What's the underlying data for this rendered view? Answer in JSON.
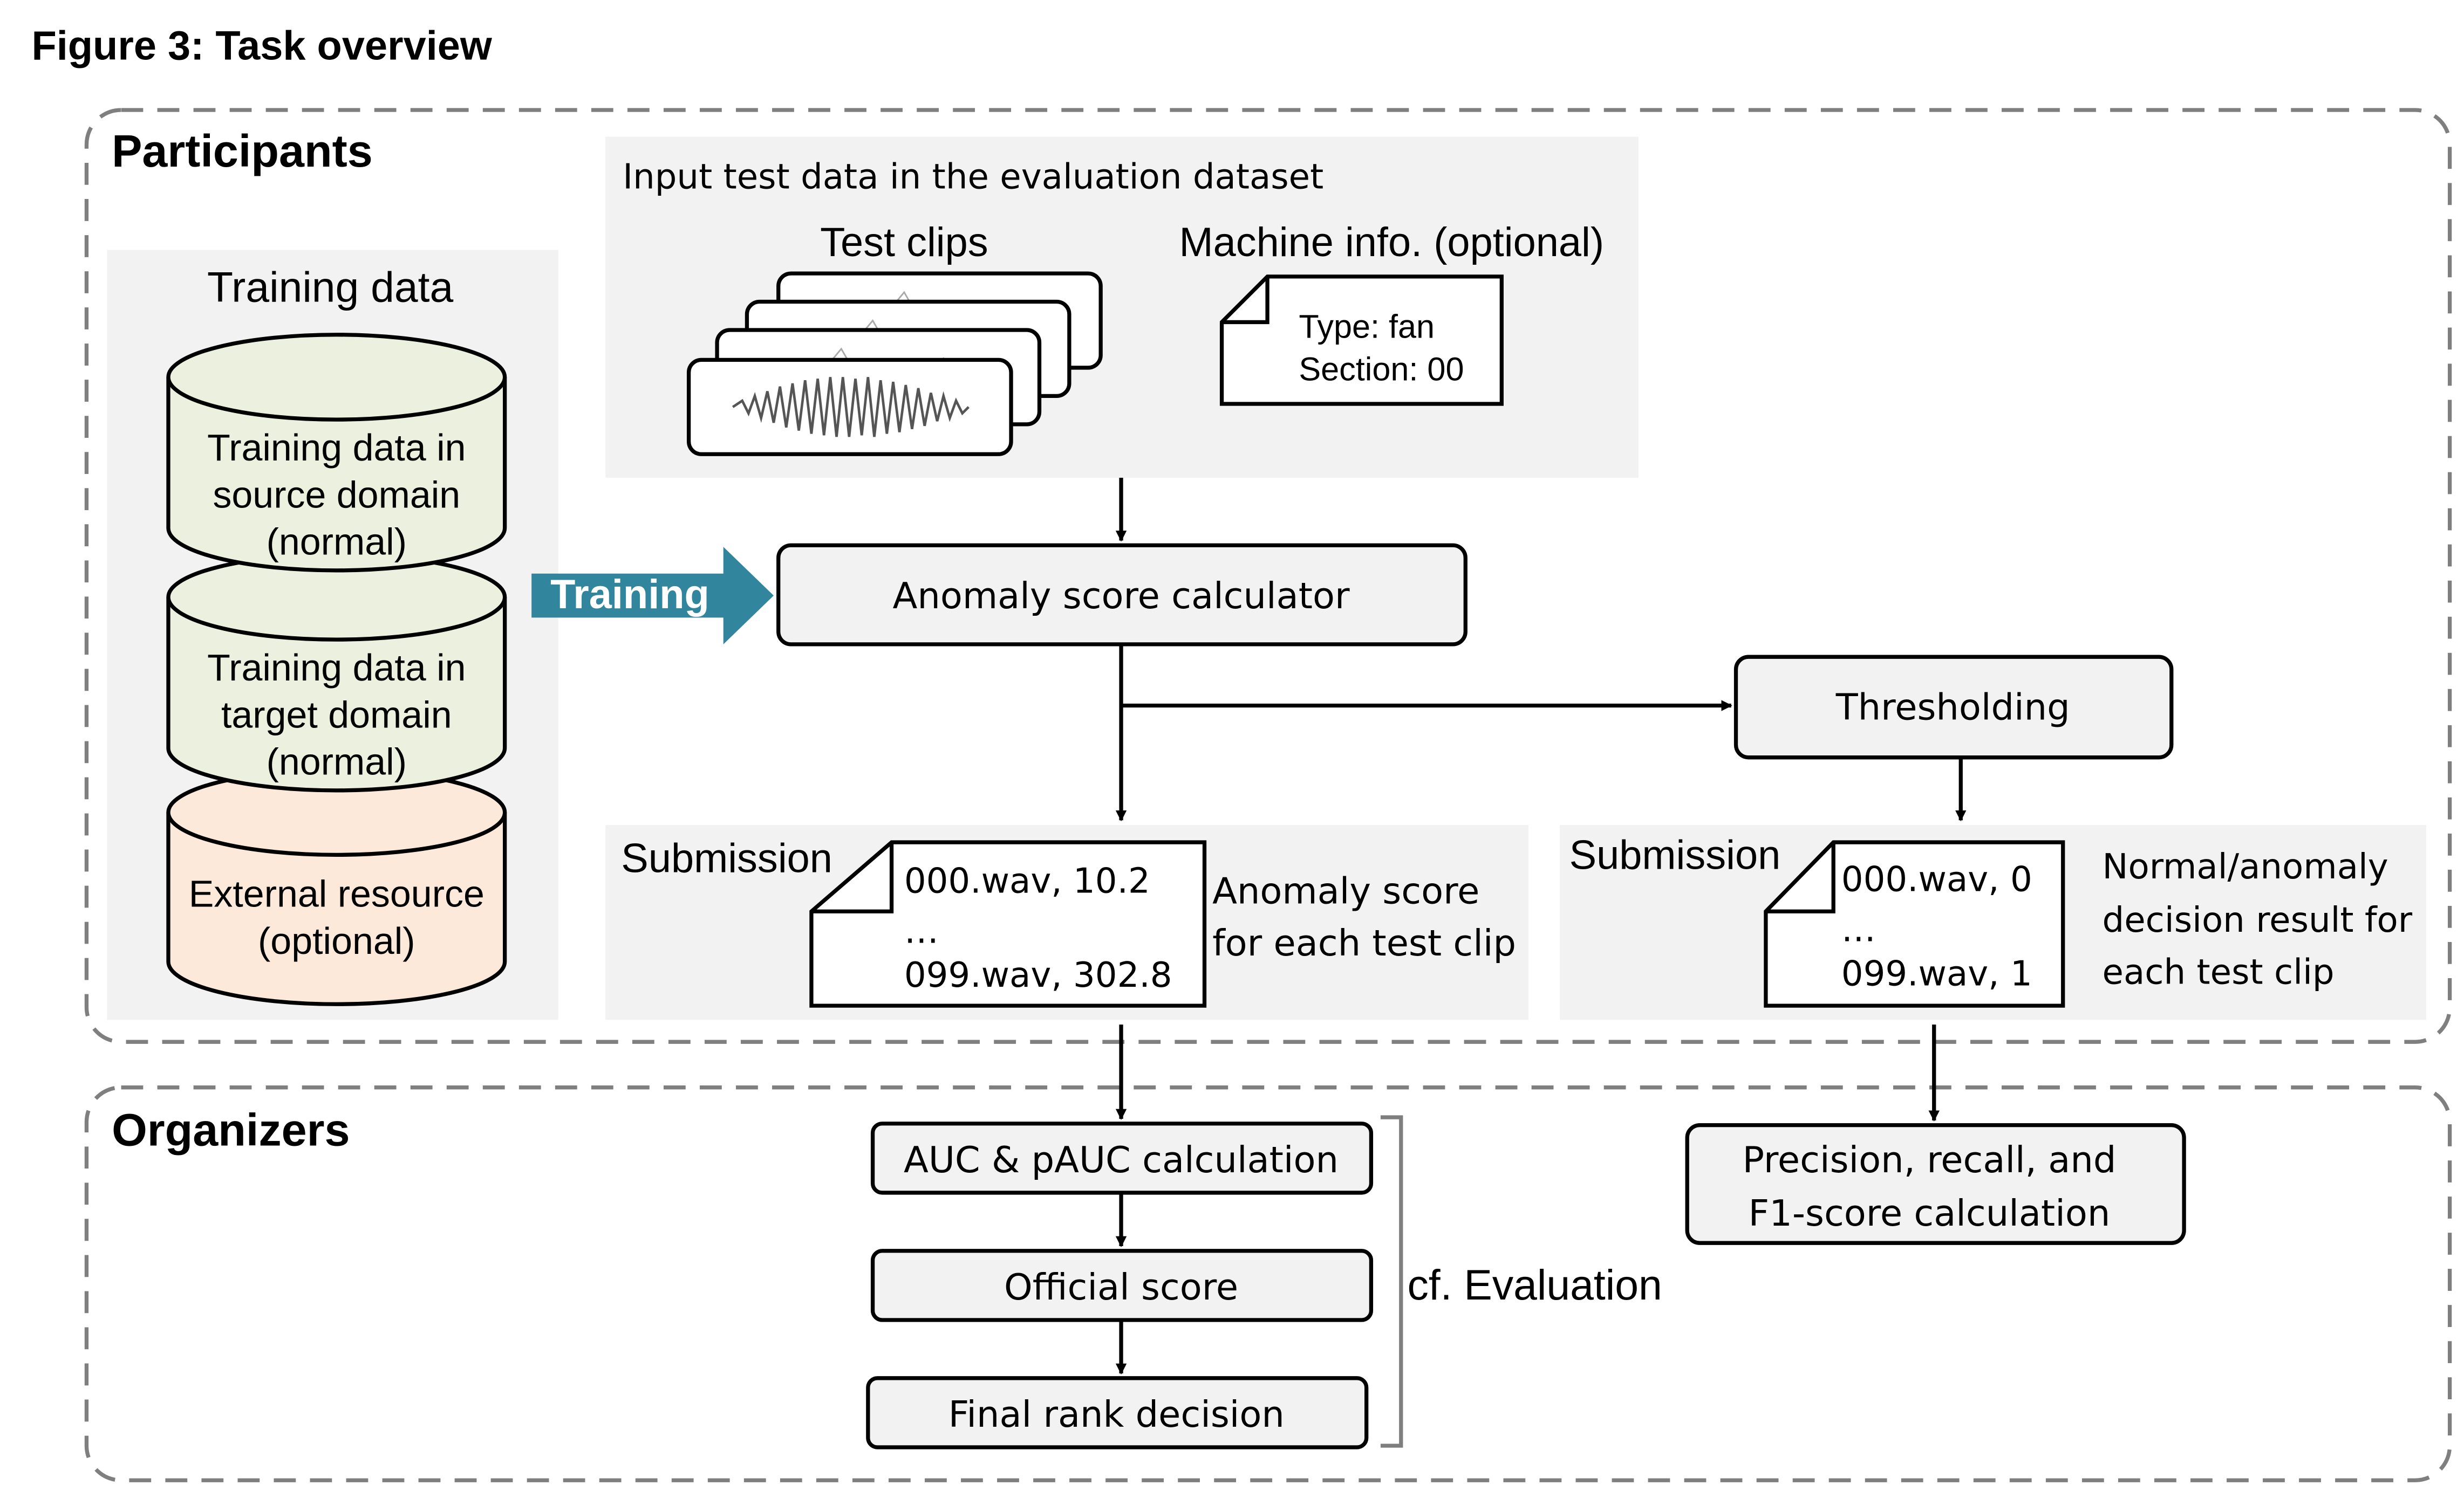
{
  "figure_title": "Figure 3: Task overview",
  "participants": {
    "label": "Participants",
    "training_panel": {
      "title": "Training data",
      "source": [
        "Training data in",
        "source domain",
        "(normal)"
      ],
      "target": [
        "Training data in",
        "target domain",
        "(normal)"
      ],
      "external": [
        "External resource",
        "(optional)"
      ]
    },
    "training_arrow_label": "Training",
    "input_panel": {
      "title": "Input test data in the evaluation dataset",
      "test_clips_label": "Test clips",
      "machine_info_label": "Machine info. (optional)",
      "machine_info_lines": [
        "Type: fan",
        "Section: 00"
      ]
    },
    "calculator_label": "Anomaly score calculator",
    "thresholding_label": "Thresholding",
    "submission_scores": {
      "title": "Submission",
      "lines": [
        "000.wav, 10.2",
        "…",
        "099.wav, 302.8"
      ],
      "caption": [
        "Anomaly score",
        "for each test clip"
      ]
    },
    "submission_decisions": {
      "title": "Submission",
      "lines": [
        "000.wav, 0",
        "…",
        "099.wav, 1"
      ],
      "caption": [
        "Normal/anomaly",
        "decision result for",
        "each test clip"
      ]
    }
  },
  "organizers": {
    "label": "Organizers",
    "auc_label": "AUC & pAUC calculation",
    "official_label": "Official score",
    "final_label": "Final rank decision",
    "eval_label": "cf. Evaluation",
    "prf_lines": [
      "Precision, recall, and",
      "F1-score calculation"
    ]
  },
  "colors": {
    "panel_gray": "#f2f2f2",
    "source_green": "#ebf1de",
    "external_peach": "#fde9d9",
    "training_teal": "#31859c",
    "box_gray": "#f2f2f2",
    "dash_gray": "#7f7f7f"
  }
}
